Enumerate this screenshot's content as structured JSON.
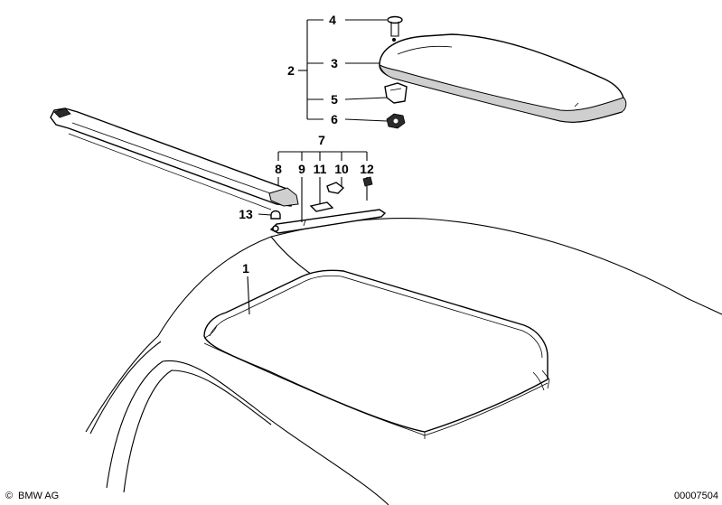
{
  "callouts": {
    "c1": "1",
    "c2": "2",
    "c3": "3",
    "c4": "4",
    "c5": "5",
    "c6": "6",
    "c7": "7",
    "c8": "8",
    "c9": "9",
    "c10": "10",
    "c11": "11",
    "c12": "12",
    "c13": "13"
  },
  "footer": {
    "copyright_symbol": "©",
    "brand": "BMW AG",
    "diagram_number": "00007504"
  }
}
